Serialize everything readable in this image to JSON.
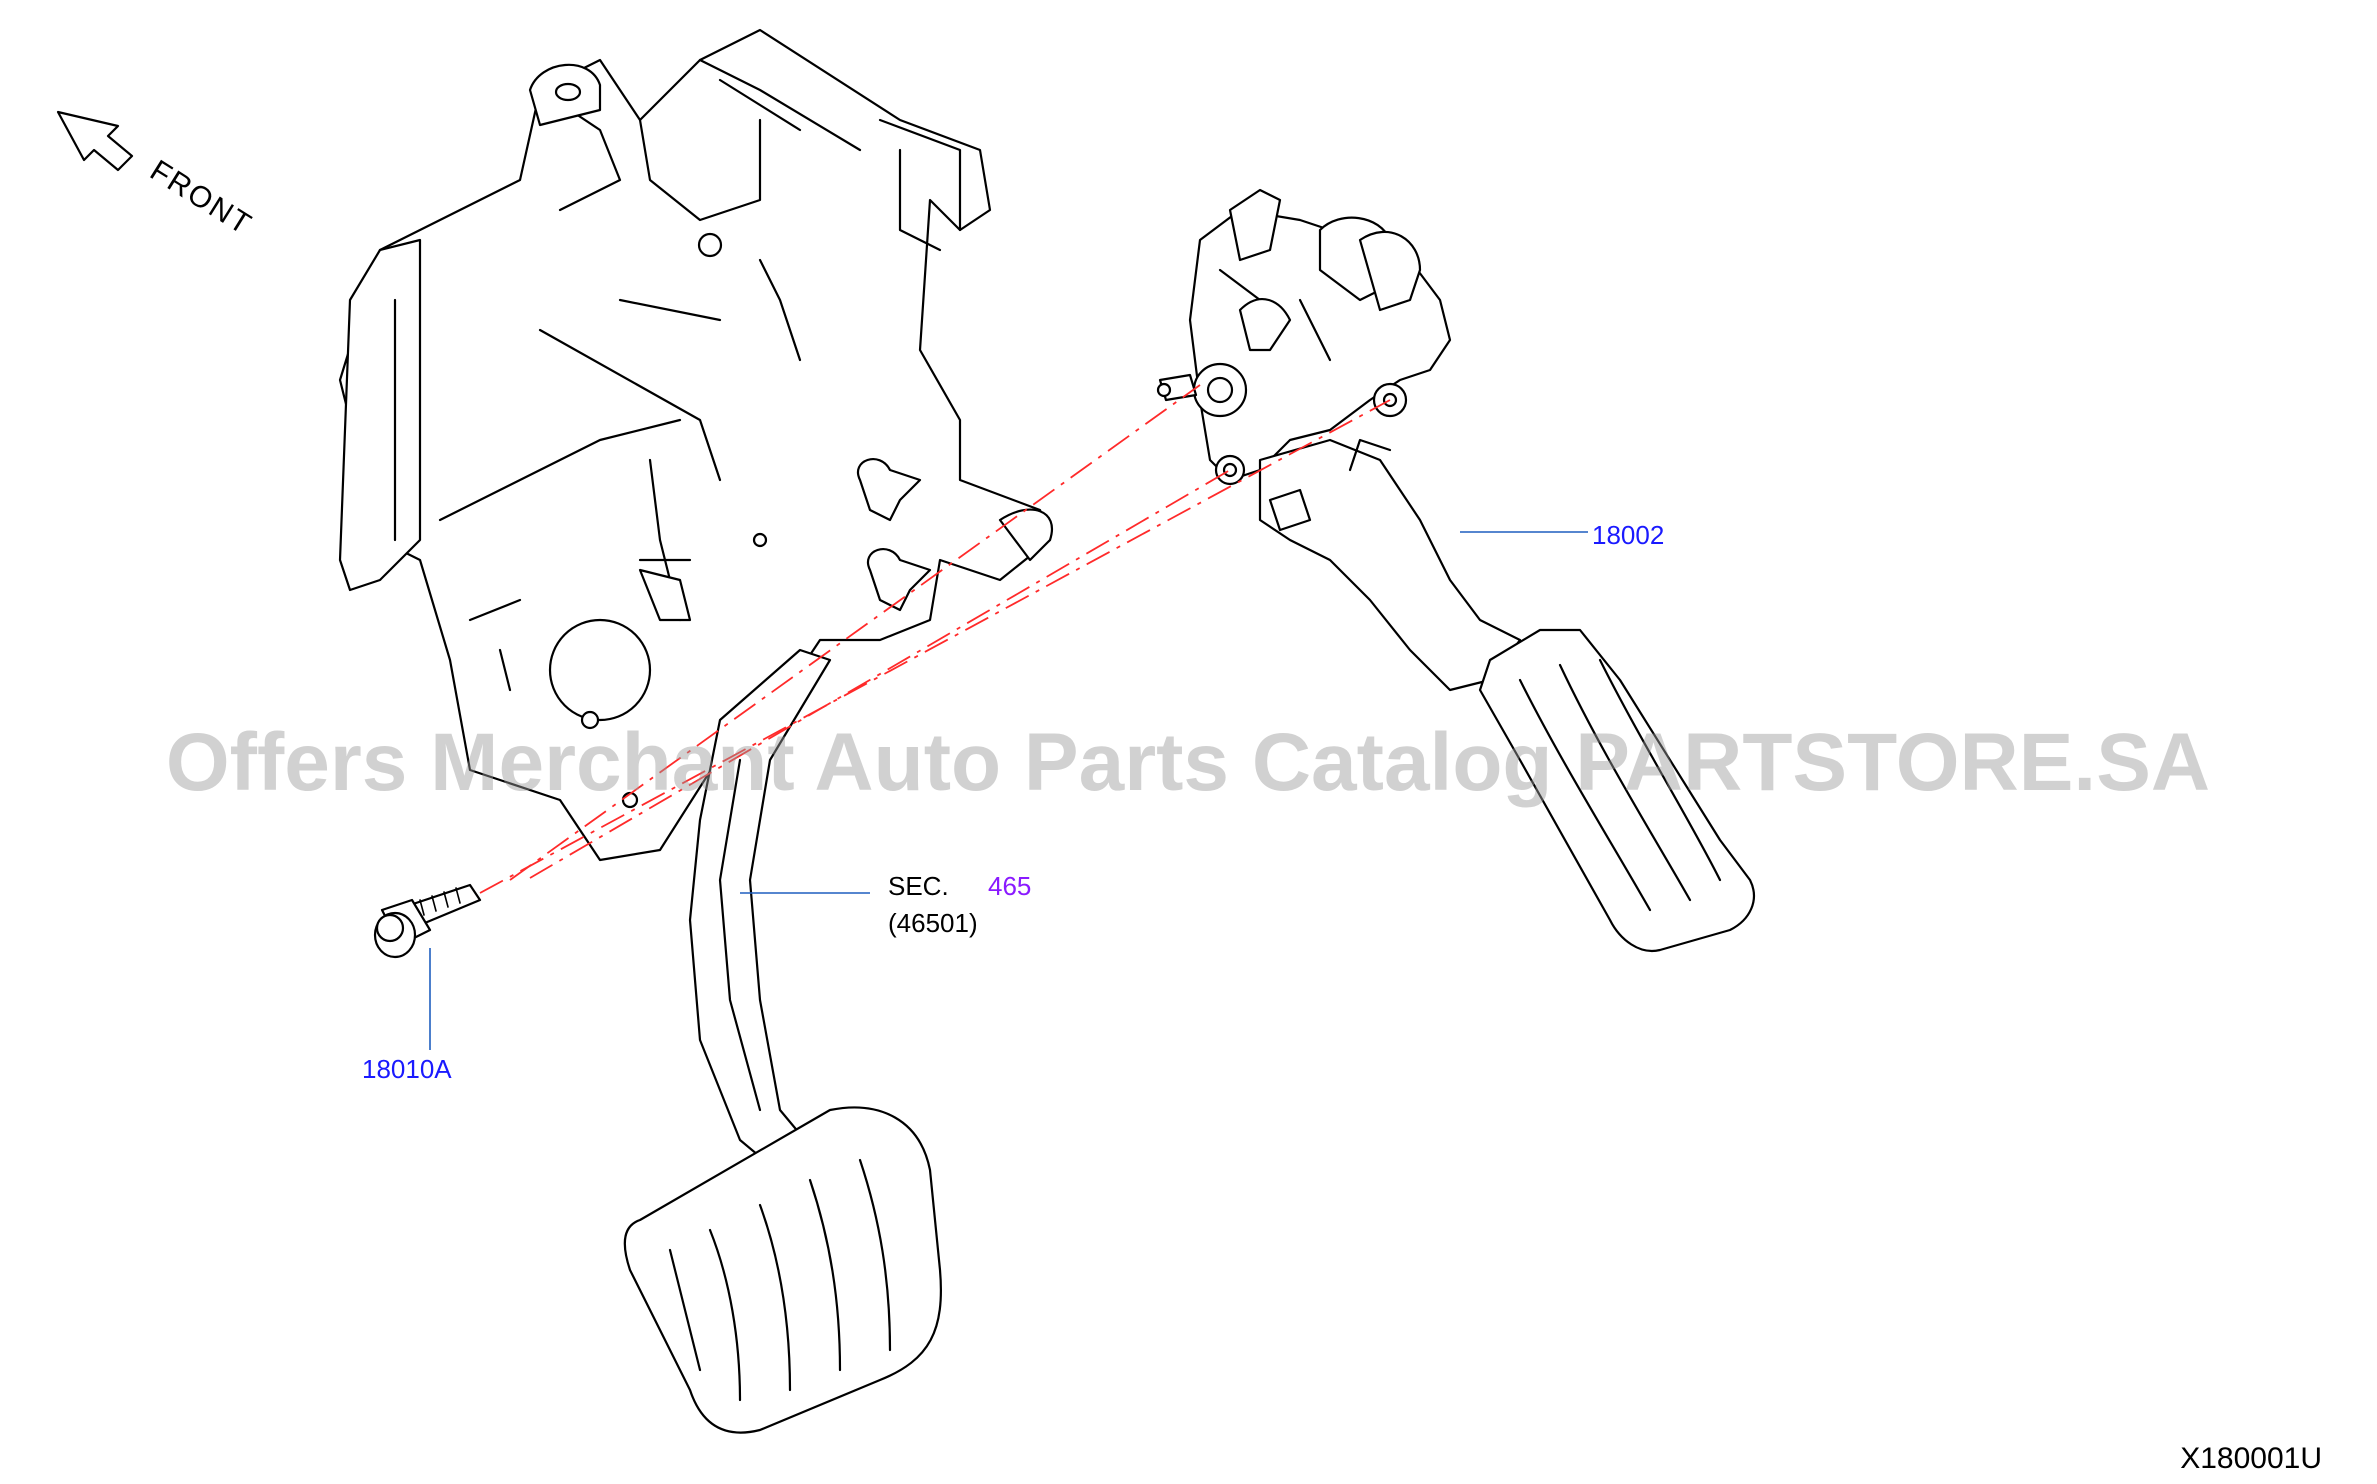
{
  "orientation": {
    "label": "FRONT",
    "icon": "front-arrow-icon"
  },
  "callouts": {
    "accel_pedal": "18002",
    "bolt": "18010A",
    "sec_prefix": "SEC.",
    "sec_number": "465",
    "sec_sub": "(46501)"
  },
  "watermark": "Offers Merchant Auto Parts Catalog PARTSTORE.SA",
  "diagram_code": "X180001U",
  "colors": {
    "part_number": "#1a1aff",
    "section_ref": "#8a1aff",
    "leader_line": "#1f5fbf",
    "center_axis": "#ff2a2a"
  }
}
